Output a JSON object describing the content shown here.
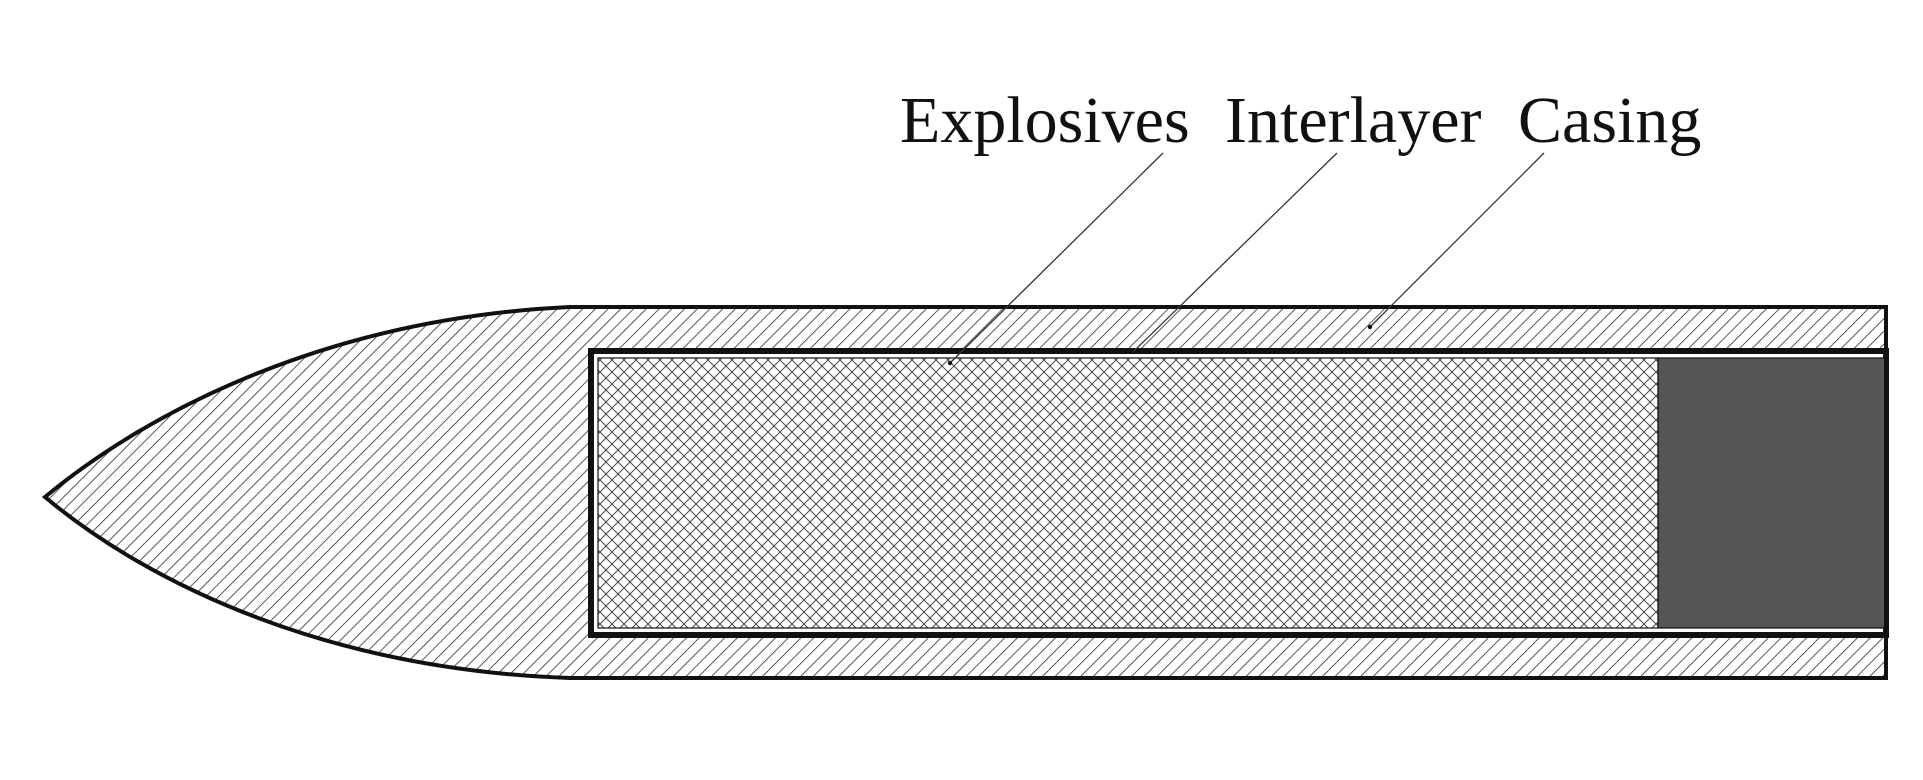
{
  "labels": {
    "explosives": "Explosives",
    "interlayer": "Interlayer",
    "casing": "Casing"
  },
  "colors": {
    "outline": "#111111",
    "hatch": "#222222",
    "crosshatch": "#333333",
    "end_block": "#555555",
    "background": "#ffffff"
  }
}
